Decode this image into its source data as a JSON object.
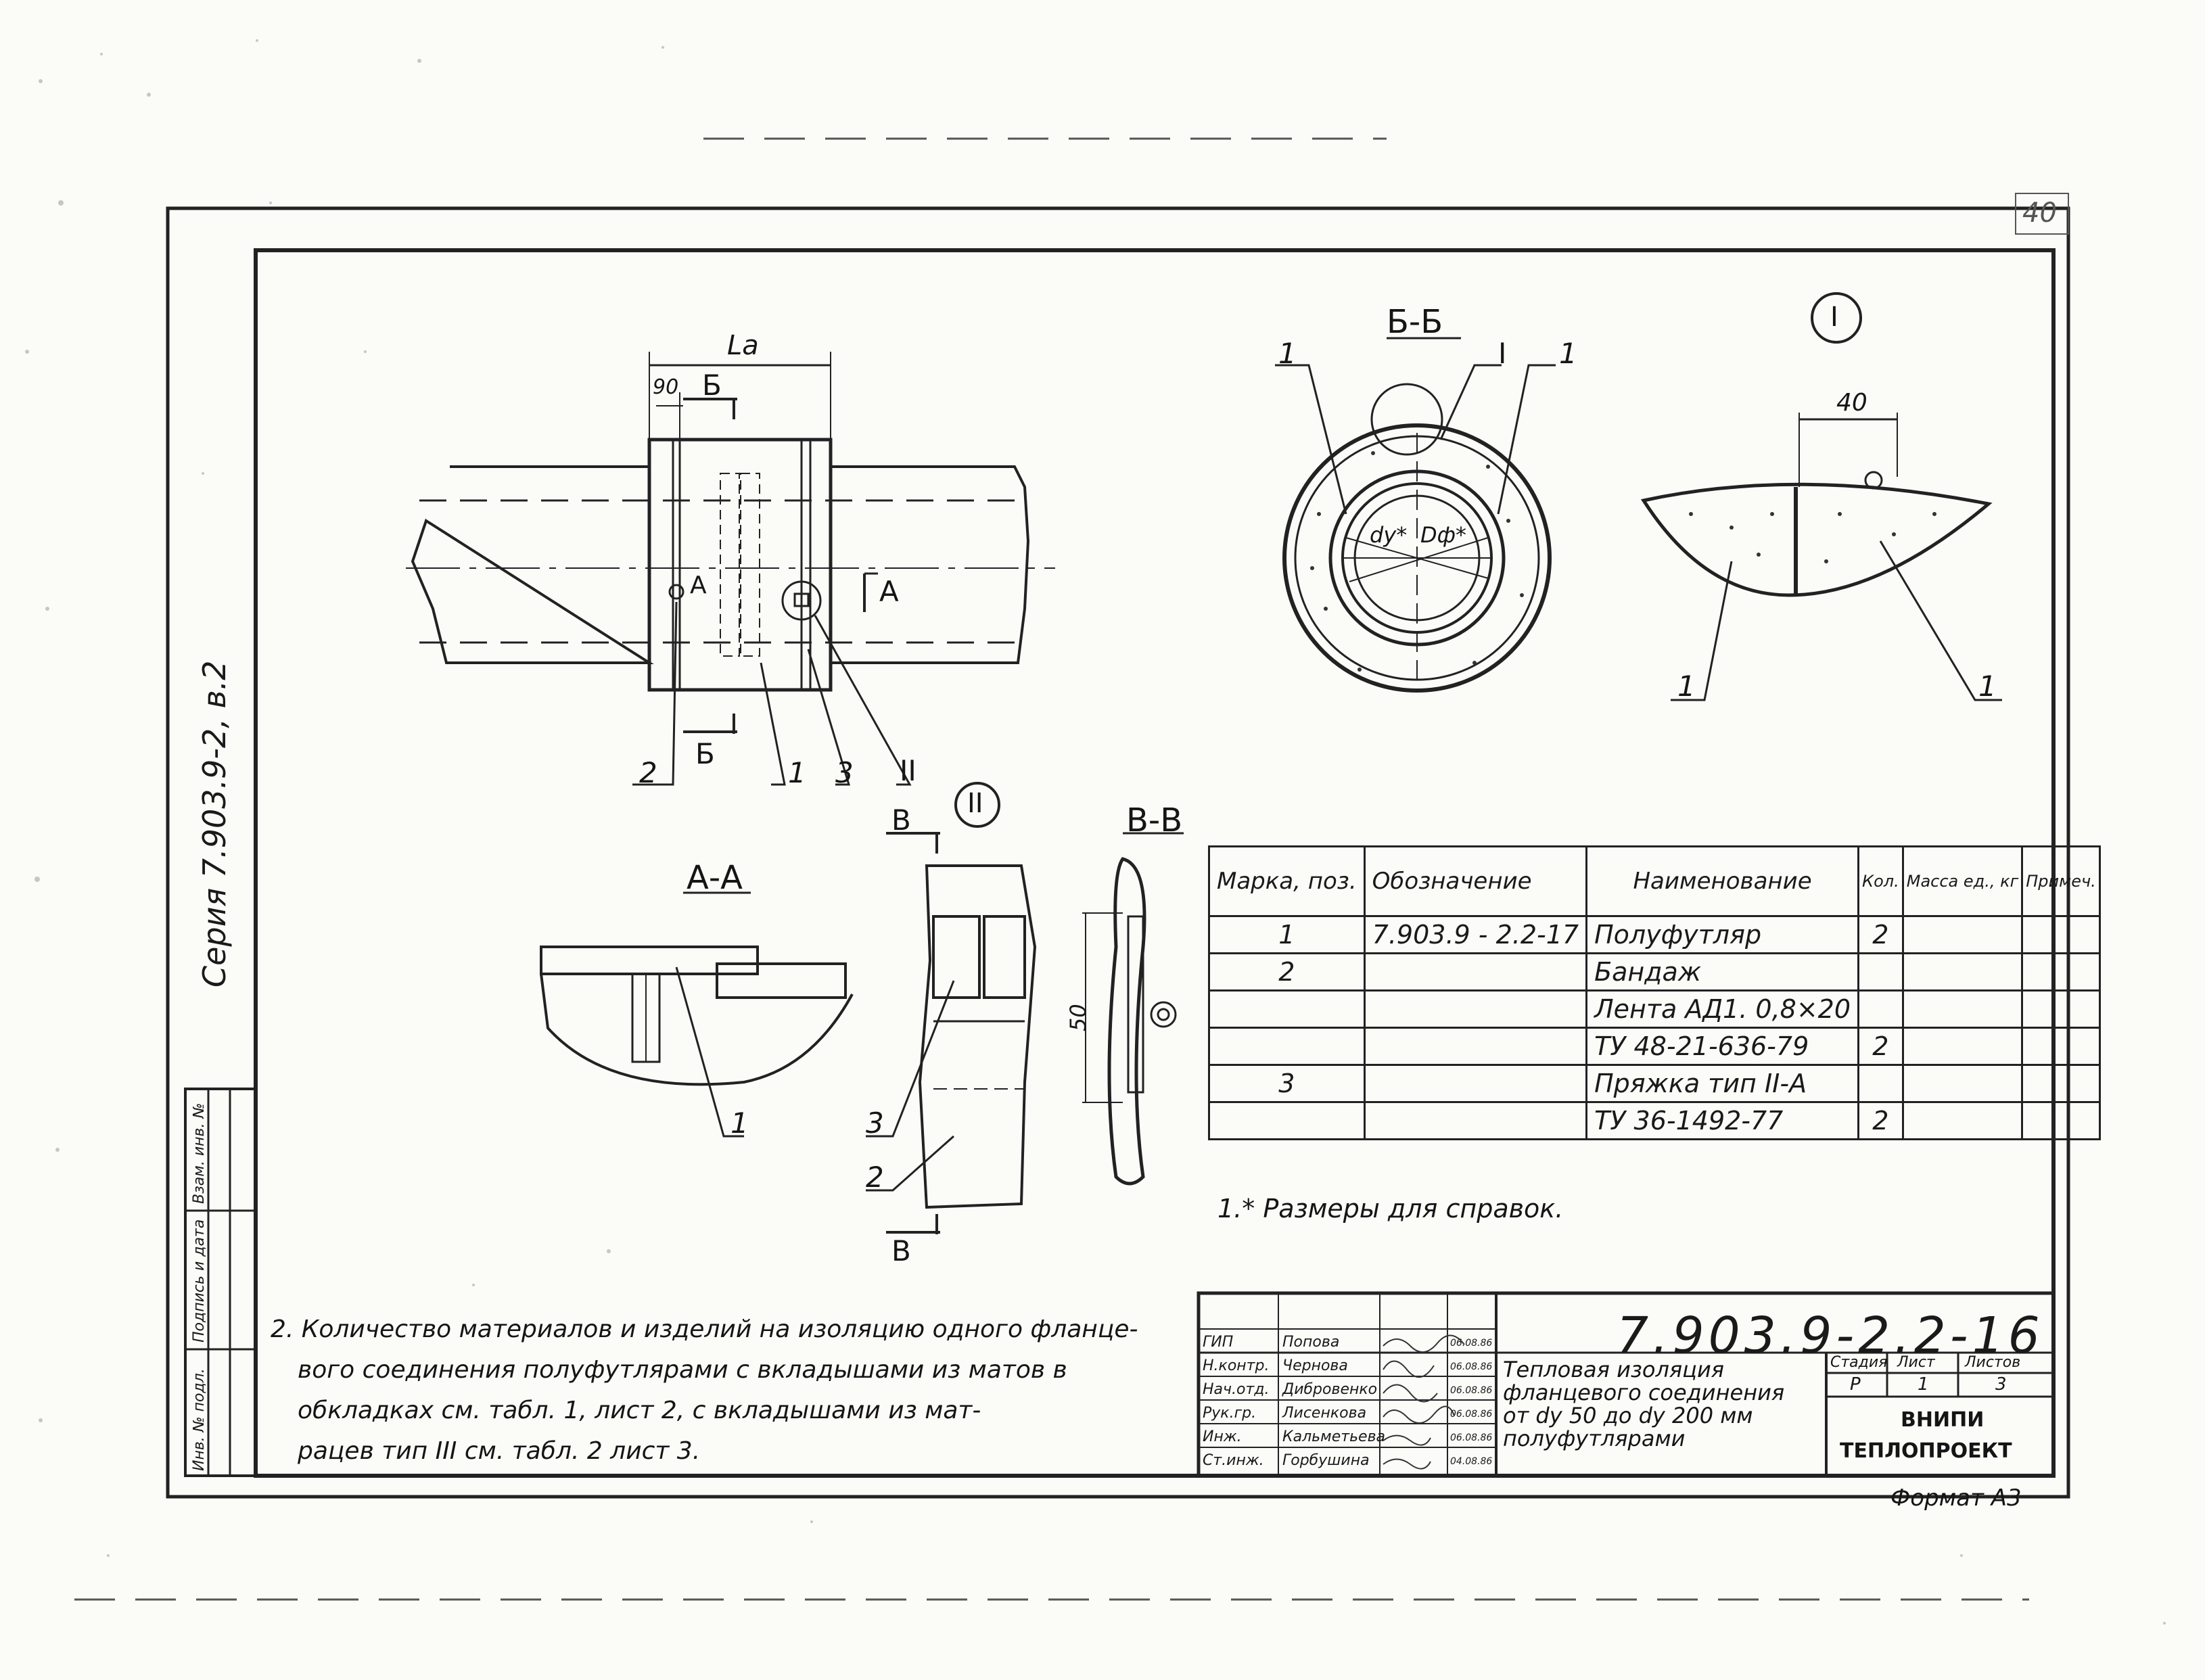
{
  "page_number": "40",
  "series_label": "Серия 7.903.9-2, в.2",
  "side_stamp": {
    "inv_orig": "Инв. № подл.",
    "sign_date": "Подпись и дата",
    "inv_dup": "Взам. инв. №"
  },
  "views": {
    "main_La": "Lа",
    "main_90": "90",
    "section_bb_marker": "Б",
    "section_a_marker": "А",
    "section_a_marker2": "А",
    "callout_1": "1",
    "callout_2": "2",
    "callout_3": "3",
    "callout_II": "II",
    "bb_title": "Б-Б",
    "bb_callout_I": "I",
    "bb_callout_1a": "1",
    "bb_callout_1b": "1",
    "bb_dy": "dу*",
    "bb_df": "Dф*",
    "detail_I_title": "I",
    "detail_I_dim": "40",
    "detail_I_callout_1a": "1",
    "detail_I_callout_1b": "1",
    "aa_title": "А-А",
    "aa_callout_1": "1",
    "detail_II_title": "II",
    "detail_II_marker_top": "В",
    "detail_II_marker_bottom": "В",
    "detail_II_callout_3": "3",
    "detail_II_callout_2": "2",
    "vv_title": "В-В",
    "vv_dim": "50"
  },
  "spec_table": {
    "headers": [
      "Марка, поз.",
      "Обозначение",
      "Наименование",
      "Кол.",
      "Масса ед., кг",
      "Примеч."
    ],
    "rows": [
      [
        "1",
        "7.903.9 - 2.2-17",
        "Полуфутляр",
        "2",
        "",
        ""
      ],
      [
        "2",
        "",
        "Бандаж",
        "",
        "",
        ""
      ],
      [
        "",
        "",
        "Лента АД1. 0,8×20",
        "",
        "",
        ""
      ],
      [
        "",
        "",
        "ТУ 48-21-636-79",
        "2",
        "",
        ""
      ],
      [
        "3",
        "",
        "Пряжка тип II-А",
        "",
        "",
        ""
      ],
      [
        "",
        "",
        "ТУ 36-1492-77",
        "2",
        "",
        ""
      ]
    ]
  },
  "notes": {
    "note1": "1.* Размеры для справок.",
    "note2_line1": "2. Количество материалов и изделий на изоляцию одного фланце-",
    "note2_line2": "вого соединения полуфутлярами с вкладышами из матов в",
    "note2_line3": "обкладках см. табл. 1, лист 2, с вкладышами из мат-",
    "note2_line4": "рацев тип III см. табл. 2 лист 3."
  },
  "title_block": {
    "code": "7.903.9-2.2-16",
    "title_line1": "Тепловая изоляция",
    "title_line2": "фланцевого соединения",
    "title_line3": "от dу 50 до dу 200 мм",
    "title_line4": "полуфутлярами",
    "stage_header": "Стадия",
    "sheet_header": "Лист",
    "sheets_header": "Листов",
    "stage": "Р",
    "sheet": "1",
    "sheets": "3",
    "org_line1": "ВНИПИ",
    "org_line2": "ТЕПЛОПРОЕКТ",
    "staff": [
      {
        "role": "ГИП",
        "name": "Попова",
        "date": "06.08.86"
      },
      {
        "role": "Н.контр.",
        "name": "Чернова",
        "date": "06.08.86"
      },
      {
        "role": "Нач.отд.",
        "name": "Дибровенко",
        "date": "06.08.86"
      },
      {
        "role": "Рук.гр.",
        "name": "Лисенкова",
        "date": "06.08.86"
      },
      {
        "role": "Инж.",
        "name": "Кальметьева",
        "date": "06.08.86"
      },
      {
        "role": "Ст.инж.",
        "name": "Горбушина",
        "date": "04.08.86"
      }
    ]
  },
  "format_label": "Формат А3"
}
